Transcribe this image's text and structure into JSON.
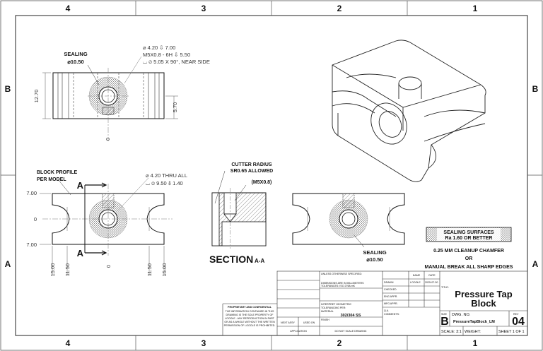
{
  "zones": {
    "columns": [
      "4",
      "3",
      "2",
      "1"
    ],
    "rows": [
      "B",
      "A"
    ]
  },
  "top_view": {
    "sealing_label": "SEALING",
    "sealing_dia": "⌀10.50",
    "hole_callout": [
      "⌀ 4.20 ⇩ 7.00",
      "M5X0.8 - 6H ⇩ 5.50",
      "⌴ ⌀ 5.05 X 90°, NEAR SIDE"
    ],
    "height_dim": "12.70",
    "offset_dim": "5.70",
    "zero": "0"
  },
  "front_view": {
    "profile_label": [
      "BLOCK PROFILE",
      "PER MODEL"
    ],
    "thru_callout": [
      "⌀ 4.20 THRU ALL",
      "⌴ ⌀ 9.50 ⇩ 1.40"
    ],
    "section_marker": "A",
    "y_dims": [
      "7.00",
      "0",
      "7.00"
    ],
    "x_dims": [
      "15.00",
      "11.50",
      "0",
      "11.50",
      "15.00"
    ]
  },
  "section_view": {
    "cutter_note": [
      "CUTTER RADIUS",
      "SR0.65 ALLOWED"
    ],
    "thread_note": "(M5X0.8)",
    "title": "SECTION",
    "sub": "A-A"
  },
  "back_view": {
    "sealing_label": "SEALING",
    "sealing_dia": "⌀10.50"
  },
  "notes": {
    "surface_box": [
      "SEALING SURFACES",
      "Ra 1.60 OR BETTER"
    ],
    "chamfer": [
      "0.25 MM CLEANUP CHAMFER",
      "OR",
      "MANUAL BREAK ALL SHARP EDGES"
    ]
  },
  "title_block": {
    "unless": "UNLESS OTHERWISE SPECIFIED:",
    "dimensions": "DIMENSIONS ARE IN MILLIMETERS",
    "tolerances": "TOLERANCES: ISO 2768-mK",
    "interpret": "INTERPRET GEOMETRIC",
    "tol_per": "TOLERANCING PER:",
    "material_lbl": "MATERIAL",
    "material": "302/304 SS",
    "finish_lbl": "FINISH",
    "do_not_scale": "DO NOT SCALE DRAWING",
    "next_assy": "NEXT ASSY",
    "used_on": "USED ON",
    "application": "APPLICATION",
    "proprietary_title": "PROPRIETARY AND CONFIDENTIAL",
    "proprietary_text": [
      "THE INFORMATION CONTAINED IN THIS",
      "DRAWING IS THE SOLE PROPERTY OF",
      "LOOOLE . ANY REPRODUCTION IN PART",
      "OR AS A WHOLE WITHOUT THE WRITTEN",
      "PERMISSION OF LOOOLE IS PROHIBITED."
    ],
    "name_hdr": "NAME",
    "date_hdr": "DATE",
    "drawn": "DRAWN",
    "drawn_name": "LOOOLE",
    "drawn_date": "2025-07-30",
    "checked": "CHECKED",
    "eng_appr": "ENG APPR.",
    "mfg_appr": "MFG APPR.",
    "qa": "Q.A.",
    "comments": "COMMENTS:",
    "title_lbl": "TITLE:",
    "title_line1": "Pressure Tap",
    "title_line2": "Block",
    "size_lbl": "SIZE",
    "size": "B",
    "dwg_lbl": "DWG.  NO.",
    "dwg_no": "PressureTapBlock_LM",
    "rev_lbl": "REV",
    "rev": "04",
    "scale": "SCALE: 3:1",
    "weight": "WEIGHT:",
    "sheet": "SHEET 1 OF 1"
  }
}
